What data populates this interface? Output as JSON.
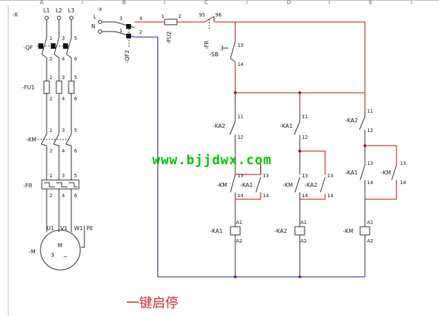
{
  "colors": {
    "wire": "#222222",
    "neutral": "#3b3bb0",
    "control": "#c0392b",
    "watermark": "#00c800",
    "title": "#cc2b2b"
  },
  "ruler": [
    "A",
    "B",
    "C",
    "D",
    "E"
  ],
  "main": {
    "supply": {
      "code": "-X",
      "phases": [
        "L1",
        "L2",
        "L3"
      ]
    },
    "breaker": "-QF",
    "fuses": "-FU1",
    "contactor": "-KM",
    "overload": "-FR",
    "motor": {
      "code": "-M",
      "name": "M",
      "phase": "3",
      "sym": "~",
      "terminals": [
        "U1",
        "V1",
        "W1"
      ],
      "pe": "PE"
    }
  },
  "terminals": {
    "a": [
      "1",
      "3",
      "5"
    ],
    "b": [
      "2",
      "4",
      "6"
    ]
  },
  "control": {
    "supply": {
      "code": "-X",
      "l": "L",
      "n": "N",
      "t3": "3",
      "t4": "4"
    },
    "breaker": "-QF2",
    "qf2_1": "1",
    "qf2_2": "2",
    "fuse": "-FU2",
    "fuse_1": "1",
    "fuse_2": "2",
    "fr_nc": {
      "code": "-FR",
      "t1": "95",
      "t2": "96"
    },
    "button": {
      "code": "-SB",
      "t1": "13",
      "t2": "14"
    },
    "ka1": "-KA1",
    "ka2": "-KA2",
    "km": "-KM",
    "nc": [
      "11",
      "12"
    ],
    "no": [
      "13",
      "14"
    ],
    "coil": [
      "A1",
      "A2"
    ]
  },
  "watermark": "www.bjjdwx.com",
  "title": "一键启停"
}
